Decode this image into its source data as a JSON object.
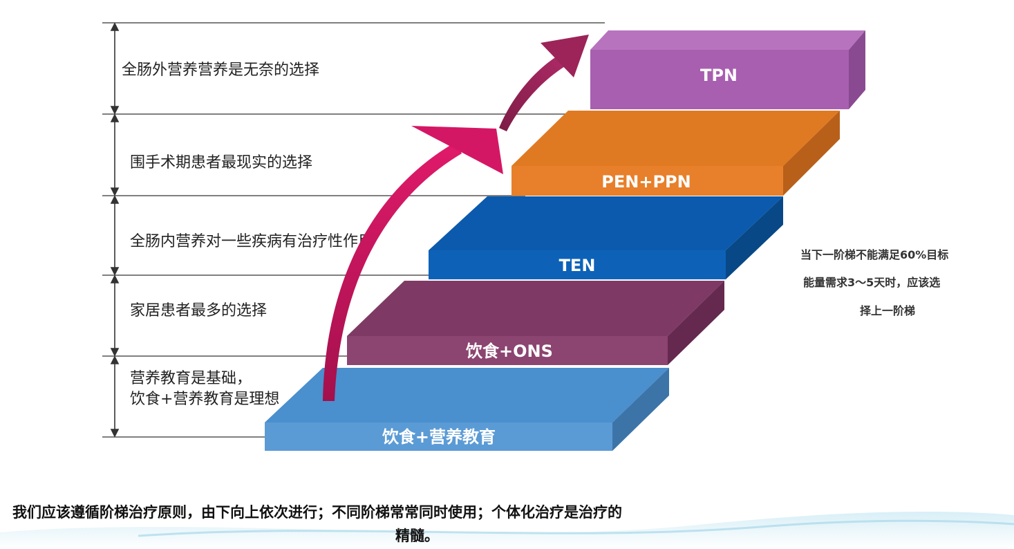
{
  "steps": [
    {
      "label": "饮食+营养教育",
      "top": "#4a8fce",
      "front": "#5b9bd5",
      "right": "#3c74a8"
    },
    {
      "label": "饮食+ONS",
      "top": "#7e3a64",
      "front": "#8c4470",
      "right": "#65294f"
    },
    {
      "label": "TEN",
      "top": "#0b5aad",
      "front": "#0d62b8",
      "right": "#084886"
    },
    {
      "label": "PEN+PPN",
      "top": "#e07a22",
      "front": "#e87f2a",
      "right": "#b8601a"
    },
    {
      "label": "TPN",
      "top": "#b873bf",
      "front": "#a85fb0",
      "right": "#8a4a91"
    }
  ],
  "rows": [
    {
      "lines": [
        "全肠外营养营养是无奈的选择"
      ]
    },
    {
      "lines": [
        "围手术期患者最现实的选择"
      ]
    },
    {
      "lines": [
        "全肠内营养对一些疾病有治疗性作用"
      ]
    },
    {
      "lines": [
        "家居患者最多的选择"
      ]
    },
    {
      "lines": [
        "营养教育是基础，",
        "饮食+营养教育是理想"
      ]
    }
  ],
  "side_note": [
    "当下一阶梯不能满足60%目标",
    "能量需求3～5天时，应该选",
    "择上一阶梯"
  ],
  "footer": [
    "我们应该遵循阶梯治疗原则，由下向上依次进行；不同阶梯常常同时使用；个体化治疗是治疗的",
    "精髓。"
  ],
  "colors": {
    "arrow": "#c8155e",
    "arrow_dark": "#8a1f4a",
    "line": "#555555",
    "wave": "#bfe3f0"
  }
}
